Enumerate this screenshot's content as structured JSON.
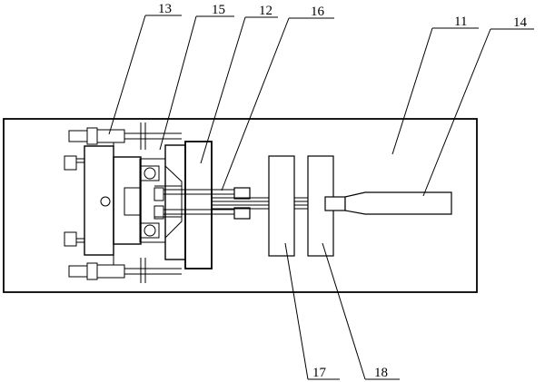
{
  "figure": {
    "callouts": [
      {
        "id": "c13",
        "text": "13"
      },
      {
        "id": "c15",
        "text": "15"
      },
      {
        "id": "c12",
        "text": "12"
      },
      {
        "id": "c16",
        "text": "16"
      },
      {
        "id": "c11",
        "text": "11"
      },
      {
        "id": "c14",
        "text": "14"
      },
      {
        "id": "c17",
        "text": "17"
      },
      {
        "id": "c18",
        "text": "18"
      }
    ]
  }
}
